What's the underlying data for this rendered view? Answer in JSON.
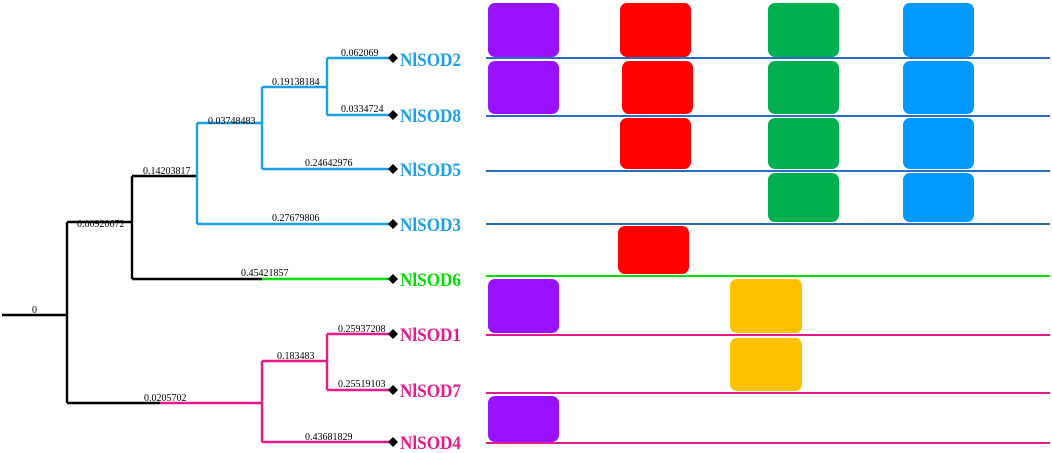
{
  "colors": {
    "black": "#000000",
    "blue": "#1aa0e8",
    "green": "#00dd00",
    "pink": "#e8198b",
    "row_blue": "#2b6cc4",
    "box_purple": "#9911ff",
    "box_red": "#ff0000",
    "box_green": "#00b050",
    "box_blue": "#0099ff",
    "box_orange": "#ffc000"
  },
  "tree": {
    "root_label": "0",
    "branch_labels": {
      "n1": "0.00920672",
      "n2": "0.14203817",
      "n3": "0.03748483",
      "n4": "0.19138184",
      "l_nlsod2": "0.062069",
      "l_nlsod8": "0.0334724",
      "l_nlsod5": "0.24642976",
      "l_nlsod3": "0.27679806",
      "l_nlsod6": "0.45421857",
      "n5": "0.0205702",
      "n6": "0.183483",
      "l_nlsod1": "0.25937208",
      "l_nlsod7": "0.25519103",
      "l_nlsod4": "0.43681829"
    },
    "leaves": [
      {
        "id": "NlSOD2",
        "label": "NlSOD2",
        "color": "blue",
        "motifs": [
          "purple",
          "red",
          "green",
          "blue"
        ]
      },
      {
        "id": "NlSOD8",
        "label": "NlSOD8",
        "color": "blue",
        "motifs": [
          "purple",
          "red",
          "green",
          "blue"
        ]
      },
      {
        "id": "NlSOD5",
        "label": "NlSOD5",
        "color": "blue",
        "motifs": [
          "red",
          "green",
          "blue"
        ]
      },
      {
        "id": "NlSOD3",
        "label": "NlSOD3",
        "color": "blue",
        "motifs": [
          "green",
          "blue"
        ]
      },
      {
        "id": "NlSOD6",
        "label": "NlSOD6",
        "color": "green",
        "motifs": [
          "red"
        ]
      },
      {
        "id": "NlSOD1",
        "label": "NlSOD1",
        "color": "pink",
        "motifs": [
          "purple",
          "orange"
        ]
      },
      {
        "id": "NlSOD7",
        "label": "NlSOD7",
        "color": "pink",
        "motifs": [
          "orange"
        ]
      },
      {
        "id": "NlSOD4",
        "label": "NlSOD4",
        "color": "pink",
        "motifs": [
          "purple"
        ]
      }
    ]
  }
}
